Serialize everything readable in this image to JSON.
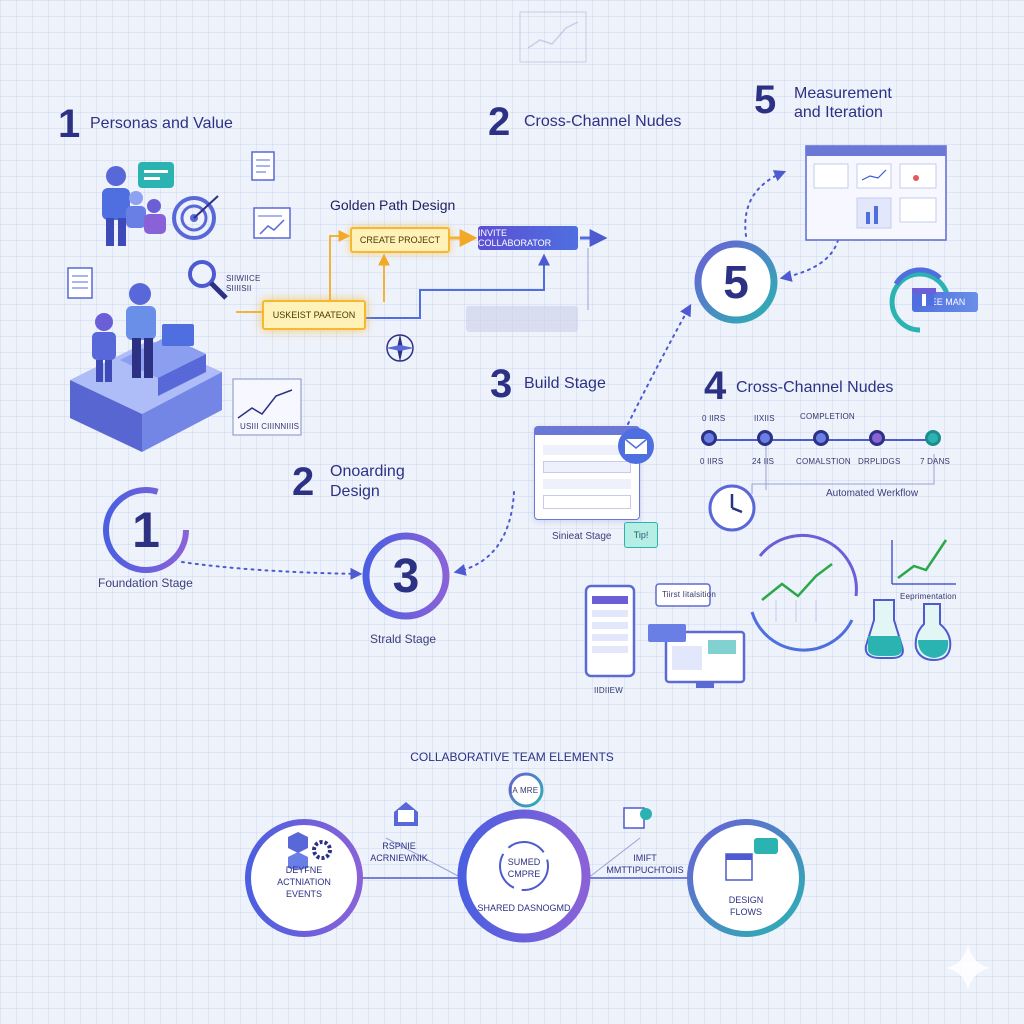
{
  "sections": {
    "personas": {
      "num": "1",
      "title": "Personas and Value"
    },
    "golden_path": {
      "title": "Golden Path Design",
      "create_project": "CREATE PROJECT",
      "invite": "INVITE COLLABORATOR",
      "user_pattern": "USKEIST PAATEON"
    },
    "cross_channel_top": {
      "num": "2",
      "title": "Cross-Channel Nudes"
    },
    "measurement": {
      "num": "5",
      "title_line1": "Measurement",
      "title_line2": "and Iteration",
      "badge": "KEE MAN"
    },
    "build": {
      "num": "3",
      "title": "Build Stage",
      "card_caption": "Sinieat Stage",
      "tip": "Tip!",
      "mail_tag": ""
    },
    "onboarding": {
      "num": "2",
      "title_line1": "Onoarding",
      "title_line2": "Design"
    },
    "cross_channel_mid": {
      "num": "4",
      "title": "Cross-Channel Nudes",
      "timeline_top": [
        "0 IIRS",
        "IIXIIS",
        "COMPLETION",
        "",
        ""
      ],
      "timeline_bottom": [
        "0 IIRS",
        "24 IIS",
        "COMALSTION",
        "DRPLIDGS",
        "7 DANS"
      ],
      "workflow": "Automated Werkflow"
    },
    "foundation": {
      "num": "1",
      "label": "Foundation Stage"
    },
    "stage3": {
      "num": "3",
      "label": "Strald Stage"
    },
    "experimentation": {
      "label": "Eeprimentation"
    },
    "devices": {
      "label": "IIDIIEW",
      "bubble": "Tiirst Iitalsition"
    },
    "search": {
      "label": "SIIWIICE\nSIIIISII"
    },
    "chart_caption": {
      "label": "USIII CIIINNIIIS"
    }
  },
  "team": {
    "heading": "COLLABORATIVE TEAM ELEMENTS",
    "top_badge": "IA MRE",
    "left_circle": "DEYFNE\nACTNIATION\nEVENTS",
    "left_link": "RSPNIE\nACRNIEWNIK",
    "center_inner": "SUMED\nCMPRE",
    "center_label": "SHARED DASNOGMD",
    "right_link": "IMIFT\nMMTTIPUCHTOIIS",
    "right_circle": "DESIGN\nFLOWS"
  },
  "colors": {
    "navy": "#2c3184",
    "purple": "#6a5fd6",
    "teal": "#2bb3b1",
    "yellow": "#f5b830",
    "blue": "#4f6fe0"
  }
}
